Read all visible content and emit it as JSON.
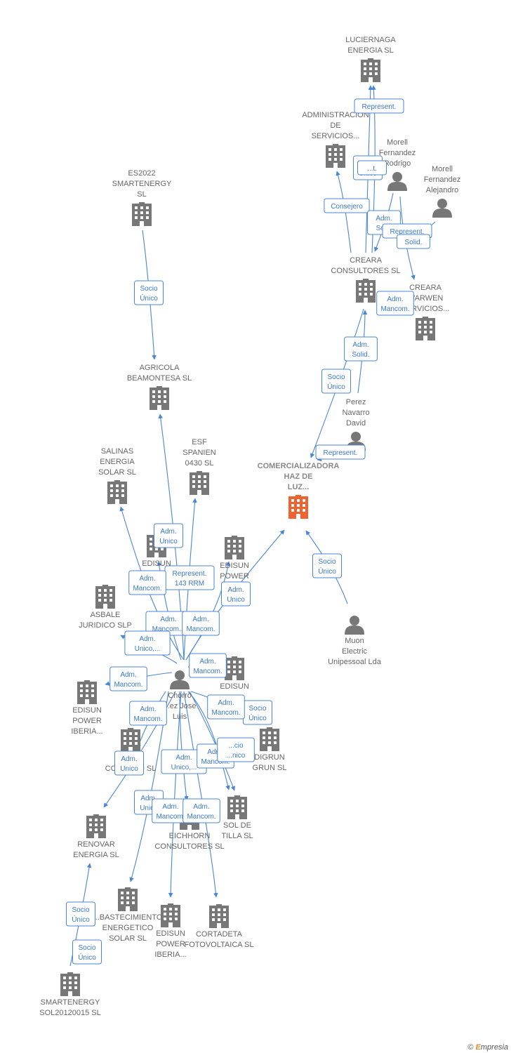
{
  "colors": {
    "edge": "#4a86d4",
    "company": "#777777",
    "highlight": "#f0622e",
    "person": "#777777"
  },
  "nodes": [
    {
      "id": "luciernaga",
      "type": "company",
      "label": [
        "LUCIERNAGA",
        "ENERGIA  SL"
      ]
    },
    {
      "id": "admin_serv",
      "type": "company",
      "label": [
        "ADMINISTRACION",
        "DE",
        "SERVICIOS..."
      ]
    },
    {
      "id": "morell_rodrigo",
      "type": "person",
      "label": [
        "Morell",
        "Fernandez",
        "Rodrigo"
      ]
    },
    {
      "id": "morell_alejandro",
      "type": "person",
      "label": [
        "Morell",
        "Fernandez",
        "Alejandro"
      ]
    },
    {
      "id": "es2022",
      "type": "company",
      "label": [
        "ES2022",
        "SMARTENERGY",
        "SL"
      ]
    },
    {
      "id": "creara_consultores",
      "type": "company",
      "label": [
        "CREARA",
        "CONSULTORES SL"
      ]
    },
    {
      "id": "creara_warwen",
      "type": "company",
      "label": [
        "CREARA",
        "WARWEN",
        "SERVICIOS..."
      ]
    },
    {
      "id": "agricola",
      "type": "company",
      "label": [
        "AGRICOLA",
        "BEAMONTESA SL"
      ]
    },
    {
      "id": "perez",
      "type": "person",
      "label": [
        "Perez",
        "Navarro",
        "David"
      ]
    },
    {
      "id": "salinas",
      "type": "company",
      "label": [
        "SALINAS",
        "ENERGIA",
        "SOLAR SL"
      ]
    },
    {
      "id": "esf",
      "type": "company",
      "label": [
        "ESF",
        "SPANIEN",
        "0430 SL"
      ]
    },
    {
      "id": "comercializadora",
      "type": "main",
      "label": [
        "COMERCIALIZADORA",
        "HAZ DE",
        "LUZ..."
      ]
    },
    {
      "id": "edisun_a",
      "type": "company",
      "label": [
        "EDISUN",
        "..."
      ]
    },
    {
      "id": "edisun_power_a",
      "type": "company",
      "label": [
        "EDISUN",
        "POWER",
        "..."
      ]
    },
    {
      "id": "asbale",
      "type": "company",
      "label": [
        "ASBALE",
        "JURIDICO SLP"
      ]
    },
    {
      "id": "muon",
      "type": "person",
      "label": [
        "Muon",
        "Electric",
        "Unipessoal Lda"
      ]
    },
    {
      "id": "chorro",
      "type": "person",
      "label": [
        "Chorro",
        "...ez Jose",
        "Luis"
      ]
    },
    {
      "id": "edisun_b",
      "type": "company",
      "label": [
        "EDISUN",
        "..."
      ]
    },
    {
      "id": "edisun_power_iberia_a",
      "type": "company",
      "label": [
        "EDISUN",
        "POWER",
        "IBERIA..."
      ]
    },
    {
      "id": "renovables_condado",
      "type": "company",
      "label": [
        "RE...ES",
        "CONDADO SL"
      ]
    },
    {
      "id": "digrun",
      "type": "company",
      "label": [
        "DIGRUN",
        "GRUN SL"
      ]
    },
    {
      "id": "sol_tilla",
      "type": "company",
      "label": [
        "SOL DE",
        "TILLA SL"
      ]
    },
    {
      "id": "eichhorn",
      "type": "company",
      "label": [
        "EICHHORN",
        "CONSULTORES SL"
      ]
    },
    {
      "id": "renovar",
      "type": "company",
      "label": [
        "RENOVAR",
        "ENERGIA SL"
      ]
    },
    {
      "id": "abastecimiento",
      "type": "company",
      "label": [
        "...BASTECIMIENTO",
        "ENERGETICO",
        "SOLAR SL"
      ]
    },
    {
      "id": "edisun_power_iberia_b",
      "type": "company",
      "label": [
        "EDISUN",
        "POWER",
        "IBERIA..."
      ]
    },
    {
      "id": "cortadeta",
      "type": "company",
      "label": [
        "CORTADETA",
        "FOTOVOLTAICA SL"
      ]
    },
    {
      "id": "smartenergy_sol",
      "type": "company",
      "label": [
        "SMARTENERGY",
        "SOL20120015 SL"
      ]
    }
  ],
  "relations": [
    {
      "id": "r_luc_rep",
      "lines": [
        "Represent."
      ]
    },
    {
      "id": "r_adm_socio",
      "lines": [
        "Socio",
        "Único"
      ]
    },
    {
      "id": "r_adm_sol_hidden",
      "lines": [
        "...t."
      ]
    },
    {
      "id": "r_consejero",
      "lines": [
        "Consejero"
      ]
    },
    {
      "id": "r_adm_sol",
      "lines": [
        "Adm.",
        "Sol..."
      ]
    },
    {
      "id": "r_rep_sol",
      "lines": [
        "Represent."
      ]
    },
    {
      "id": "r_solid",
      "lines": [
        "Solid."
      ]
    },
    {
      "id": "r_es_socio",
      "lines": [
        "Socio",
        "Único"
      ]
    },
    {
      "id": "r_creara_mancom",
      "lines": [
        "Adm.",
        "Mancom."
      ]
    },
    {
      "id": "r_perez_solid",
      "lines": [
        "Adm.",
        "Solid."
      ]
    },
    {
      "id": "r_creara_socio",
      "lines": [
        "Socio",
        "Único"
      ]
    },
    {
      "id": "r_perez_rep",
      "lines": [
        "Represent."
      ]
    },
    {
      "id": "r_agricola_unico",
      "lines": [
        "Adm.",
        "Unico"
      ]
    },
    {
      "id": "r_muon_socio",
      "lines": [
        "Socio",
        "Único"
      ]
    },
    {
      "id": "r_rep143",
      "lines": [
        "Represent.",
        "143 RRM"
      ]
    },
    {
      "id": "r_mancom1",
      "lines": [
        "Adm.",
        "Mancom."
      ]
    },
    {
      "id": "r_unico_comer",
      "lines": [
        "Adm.",
        "Unico"
      ]
    },
    {
      "id": "r_mancom2",
      "lines": [
        "Adm.",
        "Mancom..."
      ]
    },
    {
      "id": "r_mancom3",
      "lines": [
        "Adm.",
        "Mancom."
      ]
    },
    {
      "id": "r_unico2",
      "lines": [
        "Adm.",
        "Unico,..."
      ]
    },
    {
      "id": "r_mancom4",
      "lines": [
        "Adm.",
        "Mancom."
      ]
    },
    {
      "id": "r_mancom5",
      "lines": [
        "Adm.",
        "Mancom."
      ]
    },
    {
      "id": "r_mancom6",
      "lines": [
        "Adm.",
        "Mancom."
      ]
    },
    {
      "id": "r_socio_edisun",
      "lines": [
        "Socio",
        "Único"
      ]
    },
    {
      "id": "r_mancom7",
      "lines": [
        "Adm.",
        "Mancom."
      ]
    },
    {
      "id": "r_unico3",
      "lines": [
        "Adm.",
        "Unico"
      ]
    },
    {
      "id": "r_unico4",
      "lines": [
        "Adm.",
        "Unico,..."
      ]
    },
    {
      "id": "r_mancom8",
      "lines": [
        "Adm.",
        "Mancom."
      ]
    },
    {
      "id": "r_socio_digrun",
      "lines": [
        "...cio",
        "...nico"
      ]
    },
    {
      "id": "r_unico5",
      "lines": [
        "Adm.",
        "Unico"
      ]
    },
    {
      "id": "r_mancom9",
      "lines": [
        "Adm.",
        "Mancom."
      ]
    },
    {
      "id": "r_mancom10",
      "lines": [
        "Adm.",
        "Mancom."
      ]
    },
    {
      "id": "r_renovar_socio",
      "lines": [
        "Socio",
        "Único"
      ]
    },
    {
      "id": "r_smart_socio",
      "lines": [
        "Socio",
        "Único"
      ]
    }
  ],
  "footer": {
    "copyright": "©",
    "brand_initial": "E",
    "brand_rest": "mpresia"
  }
}
